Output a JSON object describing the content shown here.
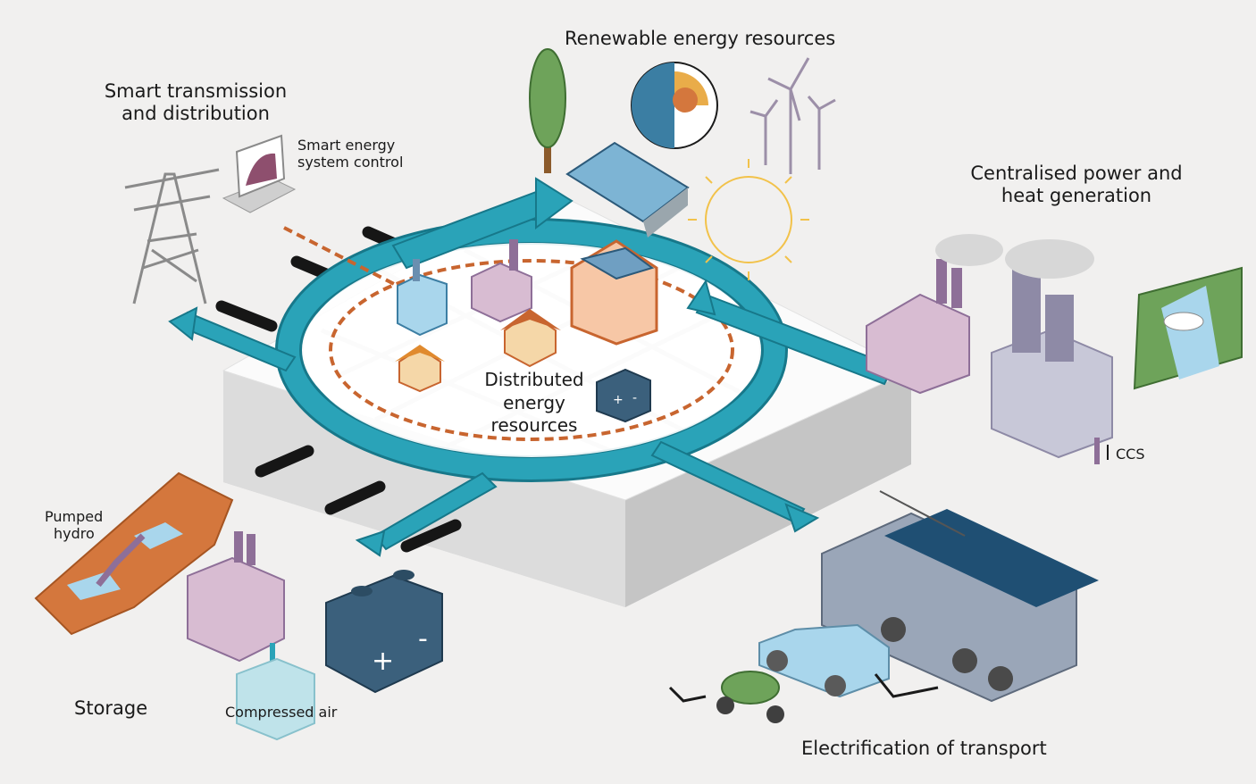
{
  "labels": {
    "renewable": "Renewable energy resources",
    "smart_transmission_line1": "Smart transmission",
    "smart_transmission_line2": "and distribution",
    "smart_control_line1": "Smart energy",
    "smart_control_line2": "system control",
    "centralised_line1": "Centralised power and",
    "centralised_line2": "heat generation",
    "distributed_line1": "Distributed",
    "distributed_line2": "energy",
    "distributed_line3": "resources",
    "ccs": "CCS",
    "pumped_line1": "Pumped",
    "pumped_line2": "hydro",
    "storage": "Storage",
    "compressed_air": "Compressed air",
    "transport": "Electrification of transport"
  },
  "colors": {
    "background": "#f1f0ef",
    "ring": "#2aa3b8",
    "ring_dark": "#17788a",
    "dash": "#c8652f",
    "pink_building": "#d8bcd2",
    "purple": "#8e6f98",
    "battery": "#3b607c",
    "hydro": "#d4773d",
    "tree": "#6ea35a",
    "sun": "#f2c24a"
  },
  "icons": [
    "tree-icon",
    "solar-panel-icon",
    "earth-core-icon",
    "wind-turbine-icon",
    "sun-icon",
    "pylon-icon",
    "monitor-icon",
    "power-plant-icon",
    "cooling-tower-icon",
    "dam-icon",
    "battery-icon",
    "house-icon",
    "bus-icon",
    "car-icon",
    "scooter-icon"
  ]
}
